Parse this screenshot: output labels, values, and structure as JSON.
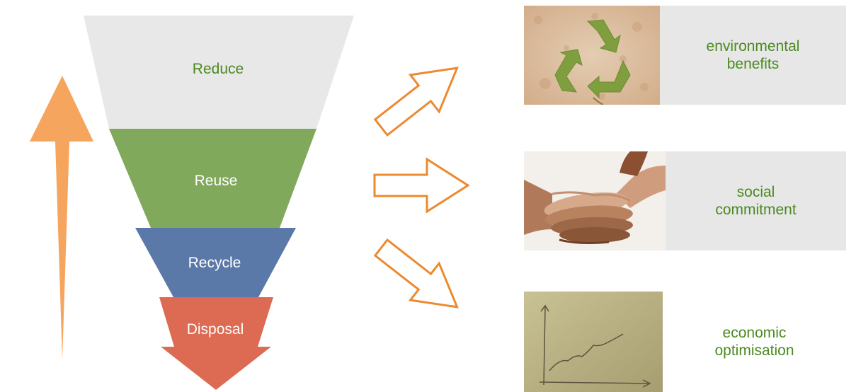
{
  "funnel": {
    "reduce": {
      "label": "Reduce",
      "fill": "#e8e8e8",
      "text_color": "#4a8a1f"
    },
    "reuse": {
      "label": "Reuse",
      "fill": "#80a95c",
      "text_color": "#ffffff"
    },
    "recycle": {
      "label": "Recycle",
      "fill": "#5a79a8",
      "text_color": "#ffffff"
    },
    "disposal": {
      "label": "Disposal",
      "fill": "#dd6a52",
      "text_color": "#ffffff"
    }
  },
  "up_arrow_color": "#f6a55e",
  "outline_arrow_color": "#ec8a2f",
  "benefits": [
    {
      "text_line1": "environmental",
      "text_line2": "benefits",
      "image": "recycle-symbol-on-paper"
    },
    {
      "text_line1": "social",
      "text_line2": "commitment",
      "image": "stacked-hands"
    },
    {
      "text_line1": "economic",
      "text_line2": "optimisation",
      "image": "hand-drawn-graph"
    }
  ],
  "benefit_text_color": "#4a8a1f",
  "benefit_bg_color": "#e7e7e7"
}
